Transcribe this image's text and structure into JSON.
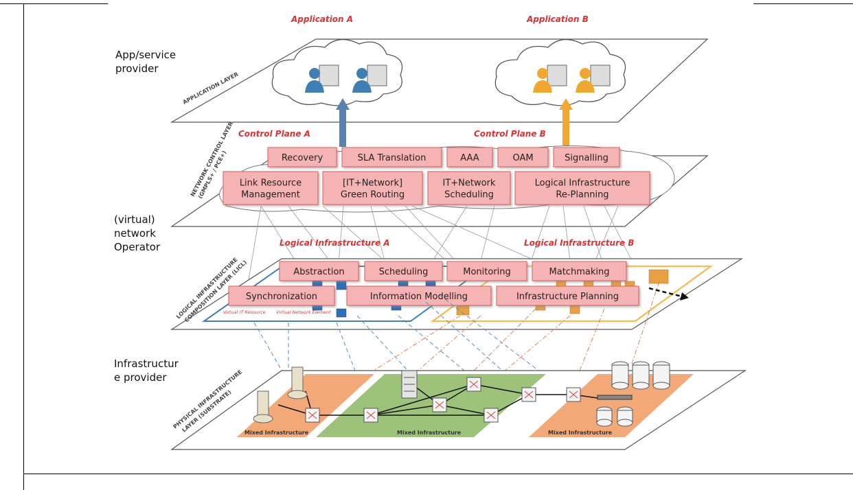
{
  "side_labels": {
    "app_provider": "App/service\nprovider",
    "network_operator": "(virtual)\nnetwork\nOperator",
    "infra_provider": "Infrastructur\ne provider"
  },
  "titles": {
    "application_a": "Application A",
    "application_b": "Application B",
    "control_plane_a": "Control Plane A",
    "control_plane_b": "Control Plane B",
    "logical_infra_a": "Logical Infrastructure A",
    "logical_infra_b": "Logical Infrastructure B"
  },
  "layer_labels": {
    "application": "APPLICATION LAYER",
    "network_control_1": "NETWORK CONTROL LAYER",
    "network_control_2": "(GMPLS+ / PCE+)",
    "licl_1": "LOGICAL INFRASTRUCTURE",
    "licl_2": "COMPOSITION LAYER (LICL)",
    "physical_1": "PHYSICAL INFRASTRUCTURE",
    "physical_2": "LAYER (SUBSTRATE)"
  },
  "control_boxes_row1": [
    "Recovery",
    "SLA Translation",
    "AAA",
    "OAM",
    "Signalling"
  ],
  "control_boxes_row2": [
    [
      "Link Resource",
      "Management"
    ],
    [
      "[IT+Network]",
      "Green Routing"
    ],
    [
      "IT+Network",
      "Scheduling"
    ],
    [
      "Logical Infrastructure",
      "Re-Planning"
    ]
  ],
  "licl_boxes_row1": [
    "Abstraction",
    "Scheduling",
    "Monitoring",
    "Matchmaking"
  ],
  "licl_boxes_row2": [
    "Synchronization",
    "Information Modelling",
    "Infrastructure Planning"
  ],
  "licl_small_labels": [
    "Virtual IT Resource",
    "Virtual Network Element"
  ],
  "mixed_infra_labels": [
    "Mixed Infrastructure",
    "Mixed Infrastructure",
    "Mixed Infrastructure"
  ],
  "colors": {
    "box_fill": "#f6b3b3",
    "box_stroke": "#d46060",
    "red_text": "#e03030",
    "blue_user": "#3f7fb5",
    "orange_user": "#f0a830",
    "green_zone": "#9dc27a",
    "orange_zone": "#f2a877",
    "blue_link": "#3f7fb5",
    "orange_link": "#e0b040"
  }
}
